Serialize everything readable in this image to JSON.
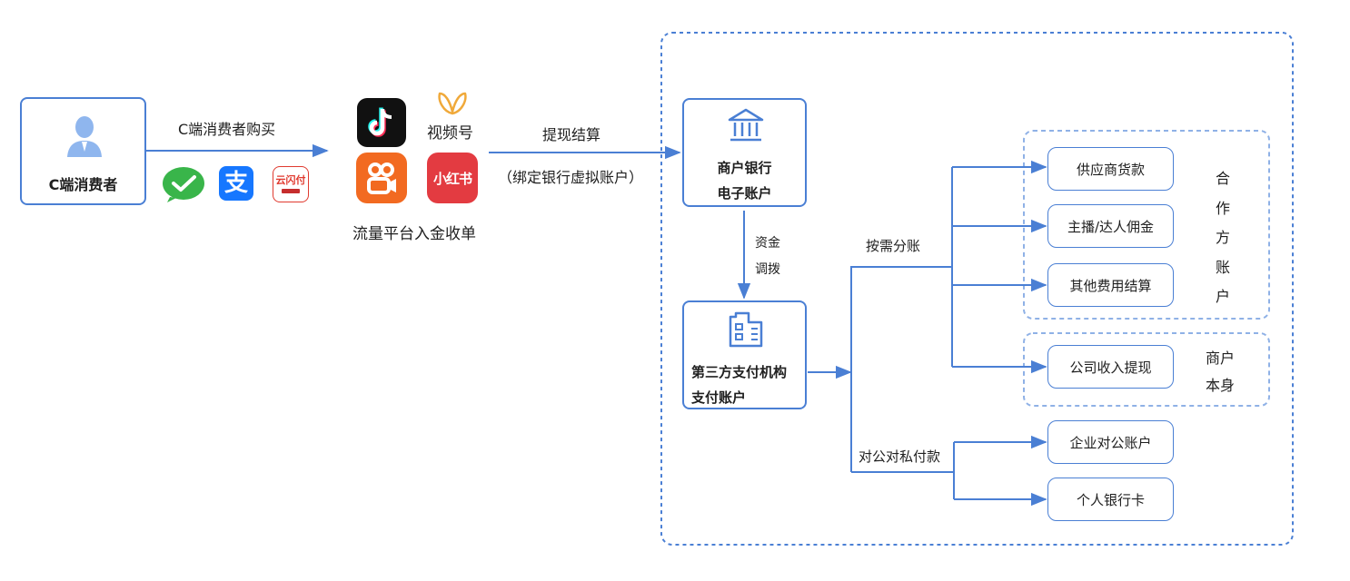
{
  "consumer": {
    "label": "C端消费者"
  },
  "purchase_label": "C端消费者购买",
  "pay_apps": [
    "wechat-pay-icon",
    "alipay-icon",
    "unionpay-cloud-icon"
  ],
  "unionpay_text": "云闪付",
  "platforms": {
    "channels_text": "视频号",
    "xiaohongshu_text": "小红书",
    "caption": "流量平台入金收单"
  },
  "withdraw": {
    "line1": "提现结算",
    "line2": "（绑定银行虚拟账户）"
  },
  "bank_account": {
    "line1": "商户银行",
    "line2": "电子账户"
  },
  "transfer": {
    "line1": "资金",
    "line2": "调拨"
  },
  "third_party": {
    "line1": "第三方支付机构",
    "line2": "支付账户"
  },
  "split_label": "按需分账",
  "public_private_label": "对公对私付款",
  "targets": {
    "supplier": "供应商货款",
    "anchor": "主播/达人佣金",
    "other_fees": "其他费用结算",
    "company_income": "公司收入提现",
    "corporate": "企业对公账户",
    "personal_card": "个人银行卡"
  },
  "partner_group": [
    "合",
    "作",
    "方",
    "账",
    "户"
  ],
  "merchant_group": {
    "line1": "商户",
    "line2": "本身"
  },
  "colors": {
    "accent": "#4a7fd4",
    "dashed": "#8fb1e6",
    "wechat": "#39b54a",
    "alipay": "#1677ff",
    "unionpay": "#e03a2f",
    "kuaishou": "#f26a21",
    "xiaohongshu": "#e33b41",
    "douyin": "#111111"
  }
}
